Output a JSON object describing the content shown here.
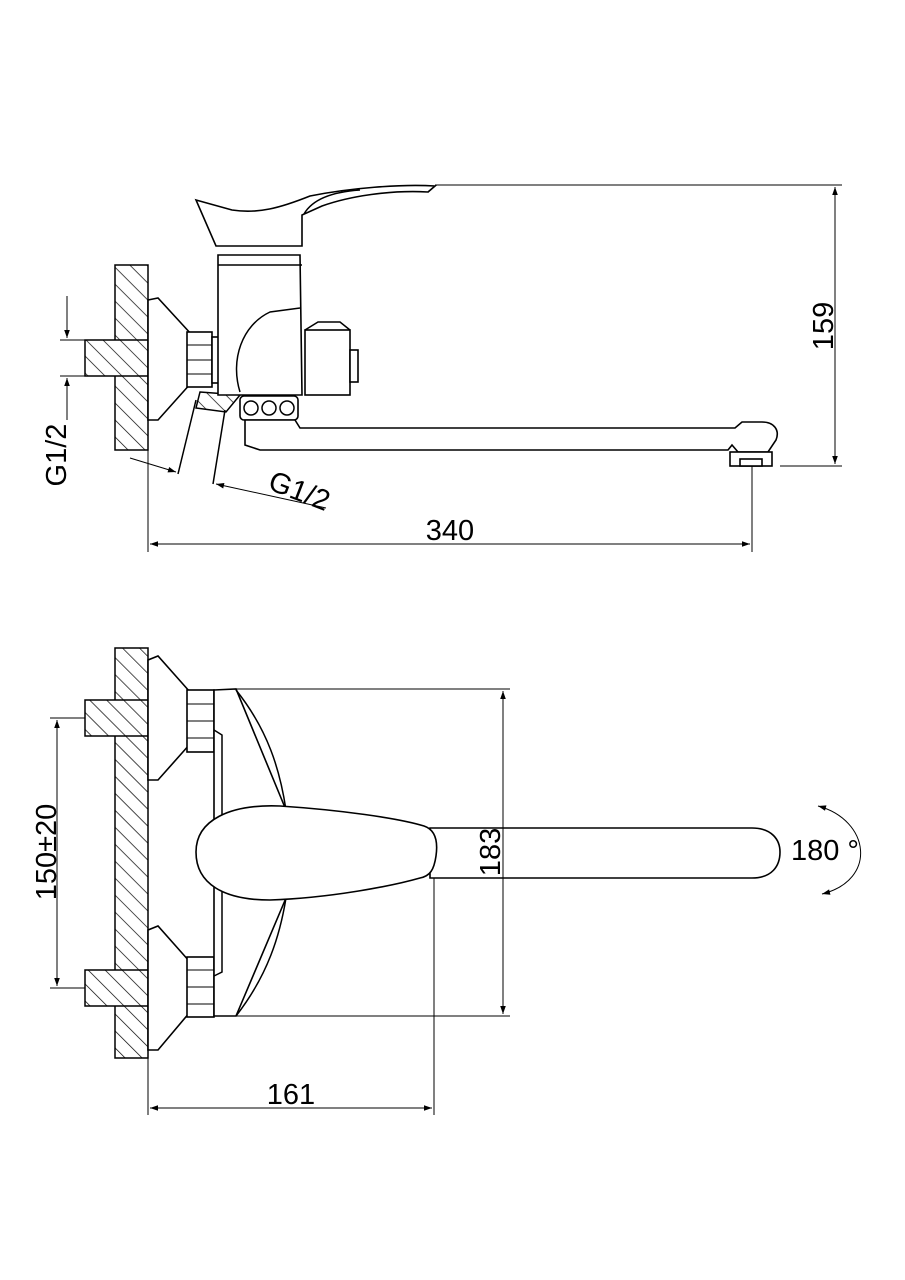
{
  "side_view": {
    "dim_height": "159",
    "dim_length": "340",
    "thread_wall": "G1/2",
    "thread_outlet": "G1/2"
  },
  "top_view": {
    "dim_centers": "150±20",
    "dim_depth": "183",
    "dim_projection": "161",
    "rotation": "180 °"
  }
}
